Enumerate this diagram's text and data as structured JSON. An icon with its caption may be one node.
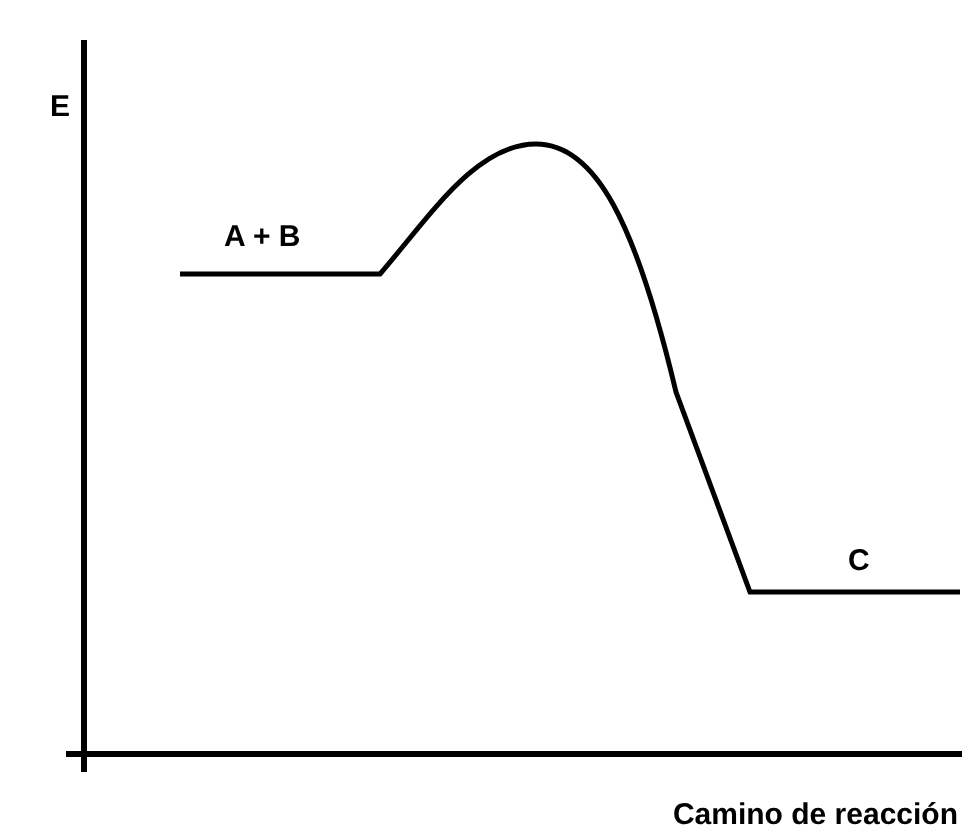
{
  "diagram": {
    "labels": [
      "E",
      "A + B",
      "C",
      "Camino de reacción"
    ]
  }
}
